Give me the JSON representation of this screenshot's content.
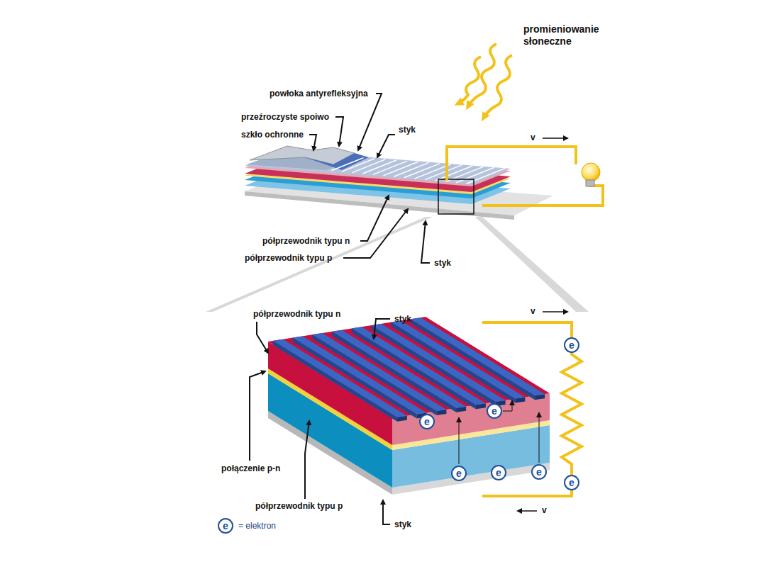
{
  "diagram": {
    "nodes": [
      {
        "text": [
          "e"
        ]
      },
      {
        "text": [
          "e"
        ]
      },
      {
        "text": [
          "e"
        ]
      },
      {
        "text": [
          "e"
        ]
      },
      {
        "text": [
          "e"
        ]
      },
      {
        "text": [
          "e"
        ]
      },
      {
        "text": [
          "e"
        ]
      },
      {
        "text": [
          "e"
        ]
      }
    ],
    "labels": [
      "promieniowanie słoneczne",
      "powłoka antyrefleksyjna",
      "przeźroczyste spoiwo",
      "szkło ochronne",
      "styk",
      "v",
      "półprzewodnik typu n",
      "półprzewodnik typu p",
      "styk",
      "półprzewodnik typu n",
      "styk",
      "v",
      "połączenie p-n",
      "półprzewodnik typu p",
      "styk",
      "v"
    ],
    "legend": [
      {
        "text": "= elektron"
      }
    ]
  }
}
